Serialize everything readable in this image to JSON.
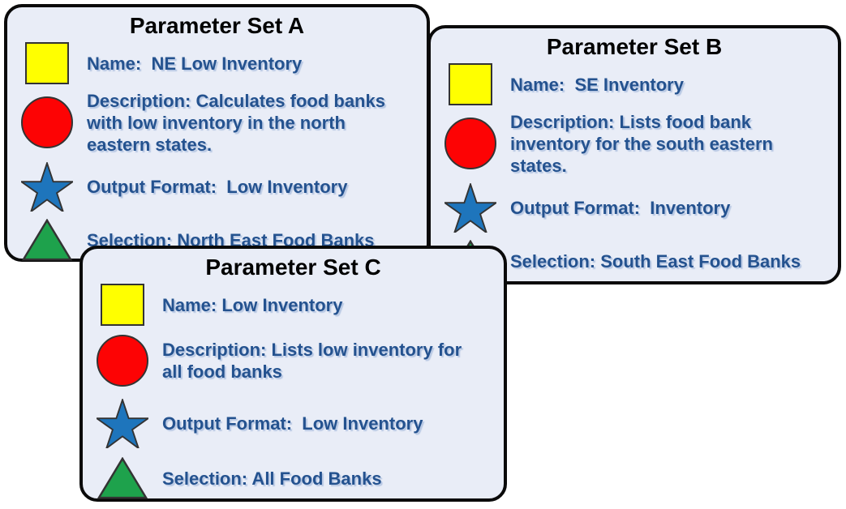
{
  "colors": {
    "card_bg": "#E9EDF7",
    "card_border": "#0a0a0a",
    "title_color": "#000000",
    "text_color": "#24528F",
    "square_fill": "#FFFF00",
    "circle_fill": "#FD0304",
    "star_fill": "#1E75BC",
    "triangle_fill": "#1EA24C",
    "shape_outline": "#333333"
  },
  "icons": {
    "name_row": "yellow-square-icon",
    "description_row": "red-circle-icon",
    "output_format_row": "blue-star-icon",
    "selection_row": "green-triangle-icon"
  },
  "cards": {
    "a": {
      "title": "Parameter Set A",
      "name": "Name:  NE Low Inventory",
      "description": "Description: Calculates food banks\nwith low inventory in the north\neastern states.",
      "output_format": "Output Format:  Low Inventory",
      "selection": "Selection: North East Food Banks"
    },
    "b": {
      "title": "Parameter Set B",
      "name": "Name:  SE Inventory",
      "description": "Description: Lists food bank\ninventory for the south eastern\nstates.",
      "output_format": "Output Format:  Inventory",
      "selection": "Selection: South East Food Banks"
    },
    "c": {
      "title": "Parameter Set C",
      "name": "Name: Low Inventory",
      "description": "Description: Lists low inventory for\nall food banks",
      "output_format": "Output Format:  Low Inventory",
      "selection": "Selection: All Food Banks"
    }
  }
}
